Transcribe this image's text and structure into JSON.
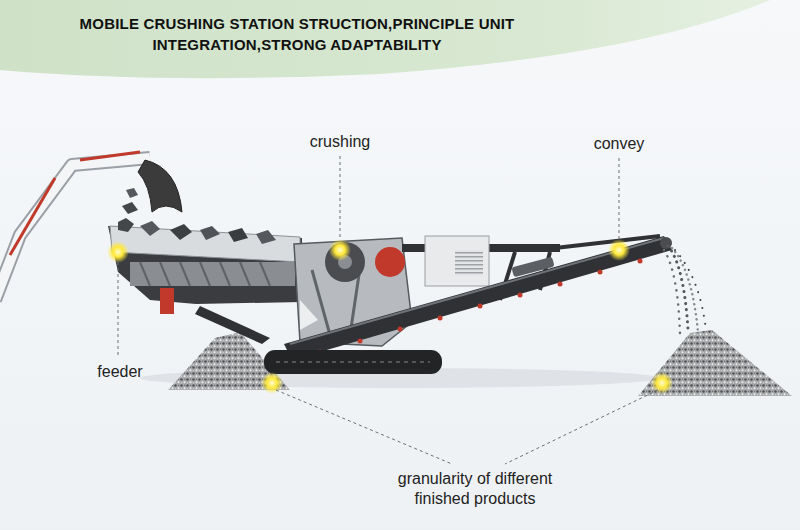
{
  "diagram": {
    "title": "MOBILE CRUSHING STATION STRUCTION,PRINCIPLE UNIT INTEGRATION,STRONG ADAPTABILITY",
    "labels": [
      "crushing",
      "convey",
      "feeder",
      "granularity of different finished products"
    ]
  }
}
